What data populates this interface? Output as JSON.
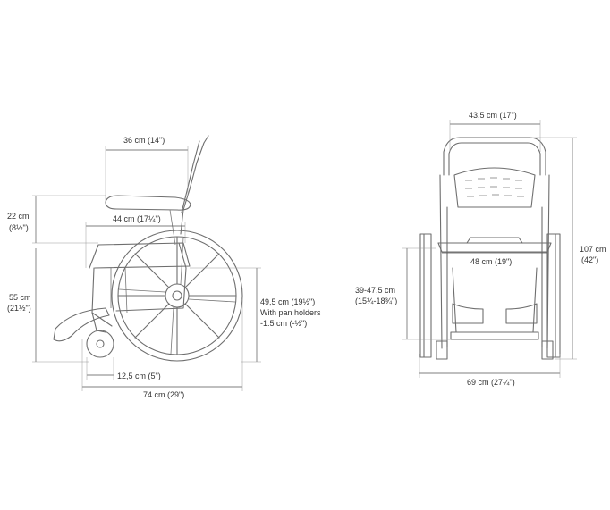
{
  "side_view": {
    "seat_depth": "36 cm (14\")",
    "armrest_length": "44 cm (17¼\")",
    "armrest_height_cm": "22 cm",
    "armrest_height_in": "(8½\")",
    "seat_height_cm": "55 cm",
    "seat_height_in": "(21½\")",
    "seat_height_with_pan_1": "49,5 cm (19½\")",
    "seat_height_with_pan_2": "With pan holders",
    "seat_height_with_pan_3": "-1.5 cm (-½\")",
    "castor_diameter": "12,5 cm (5\")",
    "overall_length": "74 cm (29\")"
  },
  "front_view": {
    "backrest_width": "43,5 cm (17\")",
    "seat_width": "48 cm (19\")",
    "footrest_height_cm": "39-47,5 cm",
    "footrest_height_in": "(15¼-18¾\")",
    "total_height_cm": "107 cm",
    "total_height_in": "(42\")",
    "overall_width": "69 cm (27¼\")"
  },
  "colors": {
    "line": "#6e6e6e",
    "text": "#333333",
    "background": "#ffffff"
  }
}
